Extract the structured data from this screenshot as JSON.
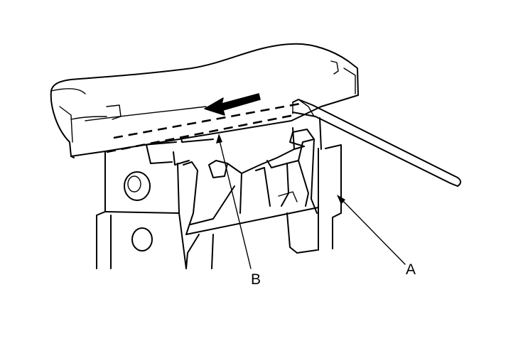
{
  "figure": {
    "callouts": [
      {
        "id": "A",
        "text": "A"
      },
      {
        "id": "B",
        "text": "B"
      }
    ],
    "colors": {
      "ink": "#000000",
      "paper": "#ffffff"
    },
    "icons": [
      "arrow-left-icon",
      "screwdriver-icon"
    ]
  }
}
